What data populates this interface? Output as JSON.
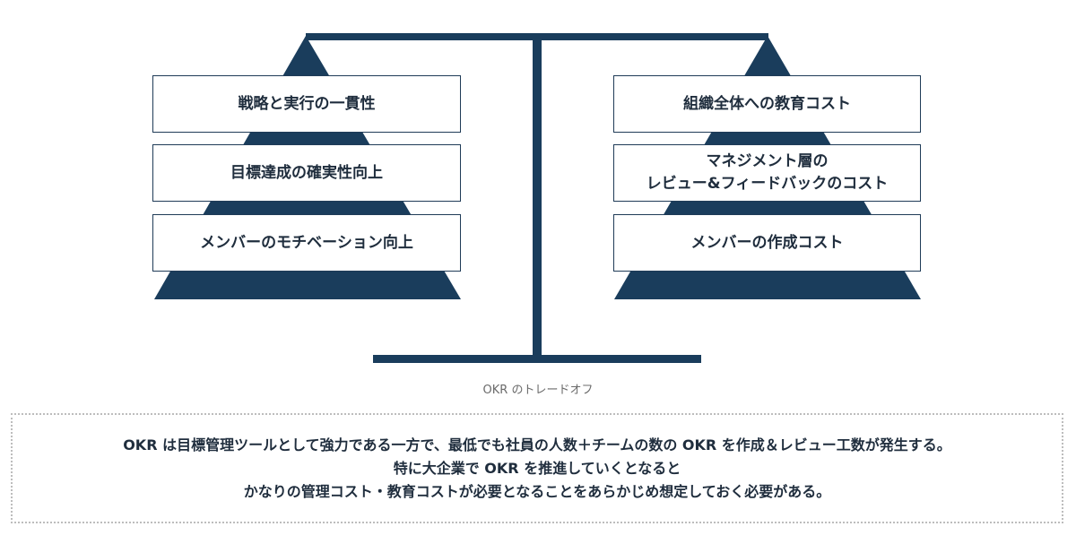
{
  "diagram": {
    "colors": {
      "navy": "#1a3d5c",
      "text": "#1f2d3d",
      "border": "#1f3b57"
    },
    "left_items": [
      {
        "label": "戦略と実行の一貫性"
      },
      {
        "label": "目標達成の確実性向上"
      },
      {
        "label": "メンバーのモチベーション向上"
      }
    ],
    "right_items": [
      {
        "label": "組織全体への教育コスト"
      },
      {
        "label": "マネジメント層の\nレビュー&フィードバックのコスト"
      },
      {
        "label": "メンバーの作成コスト"
      }
    ],
    "caption": "OKR のトレードオフ"
  },
  "note": {
    "lines": [
      "OKR は目標管理ツールとして強力である一方で、最低でも社員の人数＋チームの数の OKR を作成＆レビュー工数が発生する。",
      "特に大企業で OKR を推進していくとなると",
      "かなりの管理コスト・教育コストが必要となることをあらかじめ想定しておく必要がある。"
    ]
  }
}
